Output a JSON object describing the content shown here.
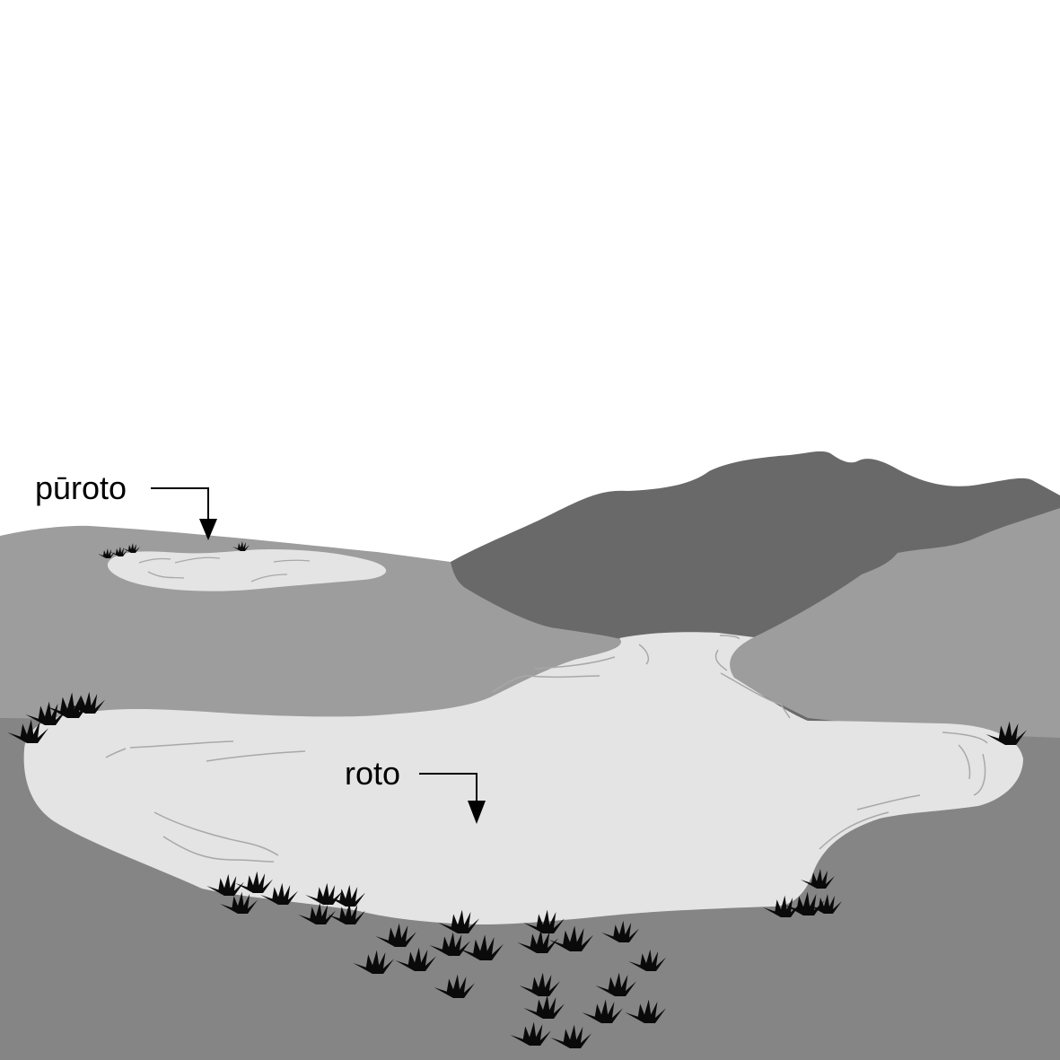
{
  "diagram": {
    "type": "labeled-landscape-illustration",
    "labels": {
      "small_lake": "pūroto",
      "large_lake": "roto"
    },
    "colors": {
      "sky": "#ffffff",
      "far_mountain": "#696969",
      "mid_hills": "#9d9d9d",
      "foreground": "#858585",
      "water": "#e4e4e4",
      "ripple": "#a8a8a8",
      "plants": "#0a0a0a",
      "text": "#000000"
    }
  }
}
